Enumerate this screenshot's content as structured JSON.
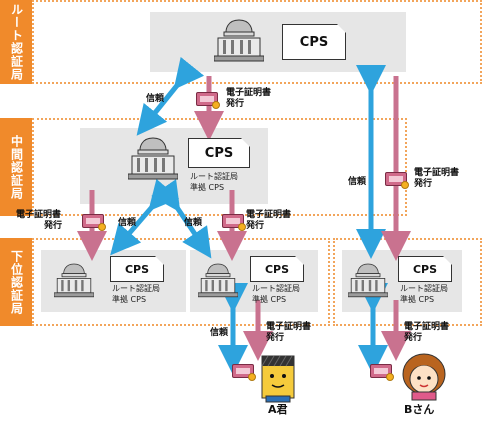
{
  "bands": {
    "root": "ルート認証局",
    "intermediate": "中間認証局",
    "lower": "下位認証局"
  },
  "docs": {
    "cps": "CPS",
    "root_compliant_1": "ルート認証局",
    "root_compliant_2": "準拠 CPS"
  },
  "labels": {
    "trust": "信頼",
    "cert_1": "電子証明書",
    "cert_2": "発行"
  },
  "people": {
    "a": "A君",
    "b": "Bさん"
  },
  "colors": {
    "band": "#f08a2b",
    "dotted_border": "#f2a55b",
    "gray_panel": "#e6e6e6",
    "trust_arrow": "#2ea3dd",
    "issue_arrow": "#c9728f"
  }
}
